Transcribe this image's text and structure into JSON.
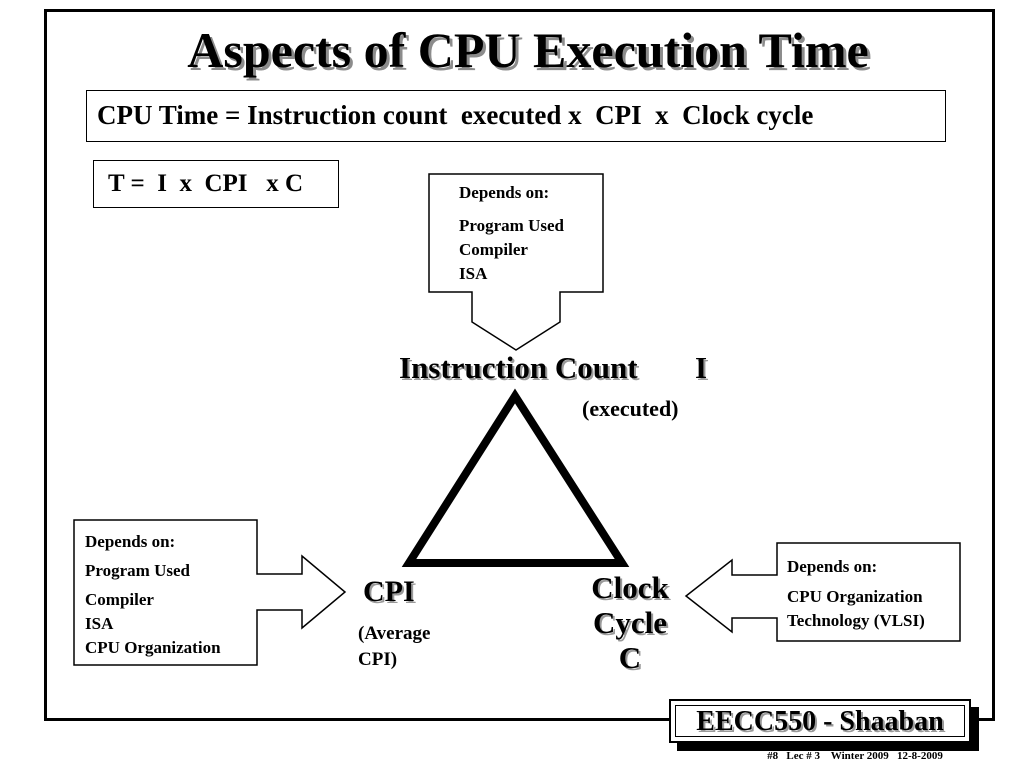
{
  "title": "Aspects of CPU Execution Time",
  "formula_main": "CPU Time = Instruction count  executed x  CPI  x  Clock cycle",
  "formula_short": "T =  I  x  CPI   x C",
  "top_box": {
    "heading": "Depends on:",
    "items": [
      "Program Used",
      "Compiler",
      "ISA"
    ]
  },
  "left_box": {
    "heading": "Depends on:",
    "items": [
      "Program Used",
      "Compiler",
      "ISA",
      "CPU Organization"
    ]
  },
  "right_box": {
    "heading": "Depends on:",
    "items": [
      "CPU Organization",
      "Technology (VLSI)"
    ]
  },
  "nodes": {
    "instruction_count": "Instruction Count",
    "instruction_symbol": "I",
    "executed": "(executed)",
    "cpi": "CPI",
    "cpi_sub_1": "(Average",
    "cpi_sub_2": "CPI)",
    "clock_1": "Clock",
    "clock_2": "Cycle",
    "clock_3": "C"
  },
  "badge": "EECC550 - Shaaban",
  "footer": "#8   Lec # 3    Winter 2009   12-8-2009"
}
